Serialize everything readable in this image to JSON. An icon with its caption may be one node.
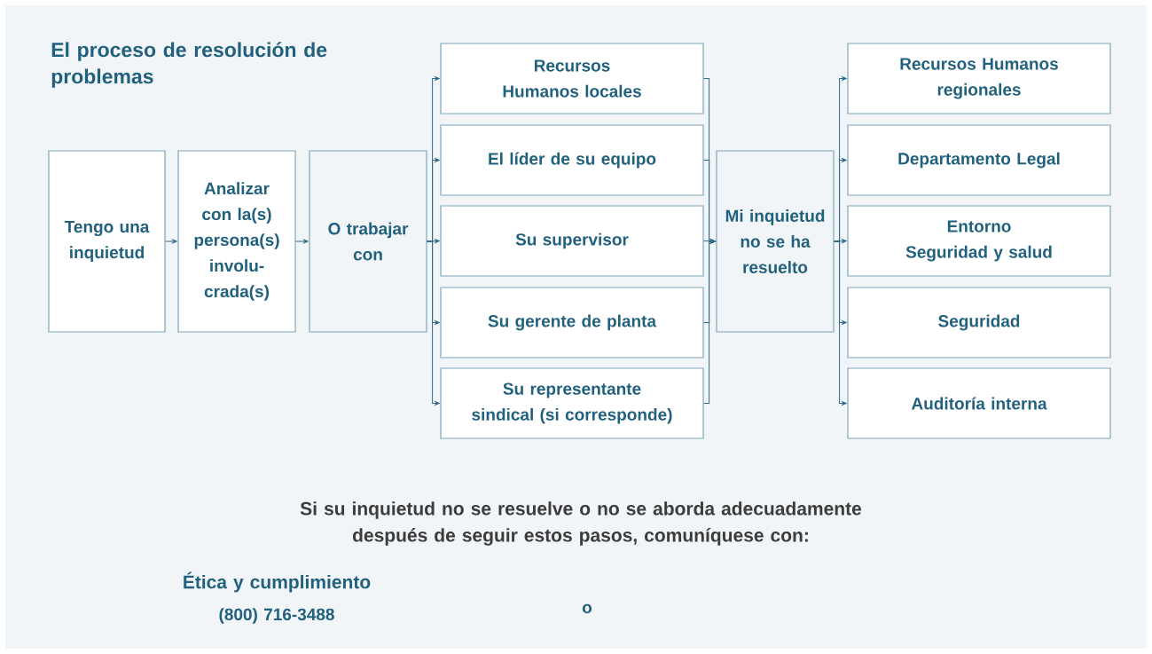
{
  "diagram": {
    "title": "El proceso de resolución de problemas",
    "nodes": [
      {
        "text": [
          "Tengo una inquietud"
        ]
      },
      {
        "text": [
          "Analizar con la(s) persona(s) involu- crada(s)"
        ]
      },
      {
        "text": [
          "O trabajar con"
        ]
      },
      {
        "text": [
          "Recursos Humanos locales"
        ]
      },
      {
        "text": [
          "El líder de su equipo"
        ]
      },
      {
        "text": [
          "Su supervisor"
        ]
      },
      {
        "text": [
          "Su gerente de planta"
        ]
      },
      {
        "text": [
          "Su representante sindical (si corresponde)"
        ]
      },
      {
        "text": [
          "Mi inquietud no se ha resuelto"
        ]
      },
      {
        "text": [
          "Recursos Humanos regionales"
        ]
      },
      {
        "text": [
          "Departamento Legal"
        ]
      },
      {
        "text": [
          "Entorno Seguridad y salud"
        ]
      },
      {
        "text": [
          "Seguridad"
        ]
      },
      {
        "text": [
          "Auditoría interna"
        ]
      }
    ],
    "edges": [
      {
        "from": 0,
        "to": 1,
        "arrow": "to"
      },
      {
        "from": 1,
        "to": 2,
        "arrow": "to"
      },
      {
        "from": 2,
        "to": 3,
        "arrow": "to"
      },
      {
        "from": 2,
        "to": 4,
        "arrow": "to"
      },
      {
        "from": 2,
        "to": 5,
        "arrow": "to"
      },
      {
        "from": 2,
        "to": 6,
        "arrow": "to"
      },
      {
        "from": 2,
        "to": 7,
        "arrow": "to"
      },
      {
        "from": 3,
        "to": 8,
        "arrow": "to"
      },
      {
        "from": 4,
        "to": 8,
        "arrow": "to"
      },
      {
        "from": 5,
        "to": 8,
        "arrow": "to"
      },
      {
        "from": 6,
        "to": 8,
        "arrow": "to"
      },
      {
        "from": 7,
        "to": 8,
        "arrow": "to"
      },
      {
        "from": 8,
        "to": 9,
        "arrow": "to"
      },
      {
        "from": 8,
        "to": 10,
        "arrow": "to"
      },
      {
        "from": 8,
        "to": 11,
        "arrow": "to"
      },
      {
        "from": 8,
        "to": 12,
        "arrow": "to"
      },
      {
        "from": 8,
        "to": 13,
        "arrow": "to"
      }
    ],
    "labels": [
      "Si su inquietud no se resuelve o no se aborda adecuadamente después de seguir estos pasos, comuníquese con:",
      "Ética y cumplimiento",
      "(800) 716-3488",
      "o"
    ]
  }
}
